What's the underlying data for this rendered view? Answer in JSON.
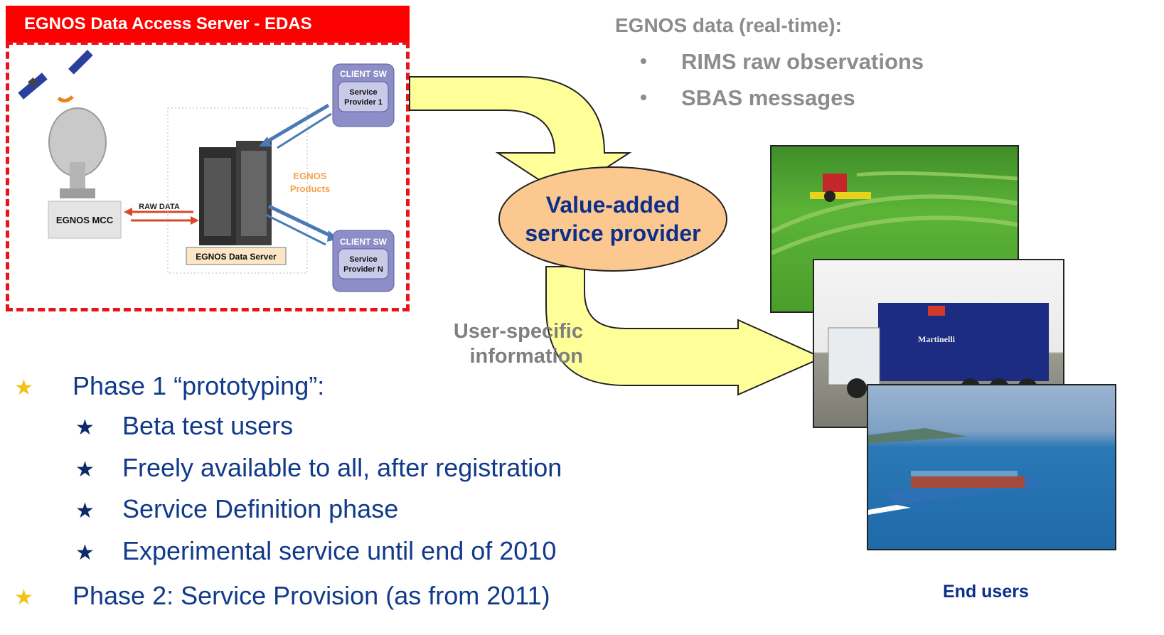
{
  "edas": {
    "title": "EGNOS Data Access Server - EDAS",
    "diagram": {
      "client_sw_label": "CLIENT SW",
      "service_provider_1": [
        "Service",
        "Provider 1"
      ],
      "service_provider_n": [
        "Service",
        "Provider N"
      ],
      "egnos_products": [
        "EGNOS",
        "Products"
      ],
      "egnos_mcc": "EGNOS MCC",
      "raw_data": "RAW DATA",
      "egnos_data_server": "EGNOS Data Server"
    }
  },
  "egnos_data": {
    "heading": "EGNOS data (real-time):",
    "items": [
      "RIMS raw observations",
      "SBAS messages"
    ]
  },
  "value_added": {
    "line1": "Value-added",
    "line2": "service provider"
  },
  "user_specific": {
    "line1": "User-specific",
    "line2": "information"
  },
  "phases": {
    "phase1": "Phase 1 “prototyping”:",
    "phase1_items": [
      "Beta test users",
      "Freely available to all, after registration",
      "Service Definition phase",
      "Experimental service until end of 2010"
    ],
    "phase2": "Phase 2: Service Provision (as from 2011)"
  },
  "photos": {
    "truck_text": "Martinelli"
  },
  "end_users": "End users",
  "colors": {
    "edas_red": "#ff0000",
    "arrow_fill": "#ffff99",
    "ellipse_fill": "#fbc990",
    "text_blue": "#113a8a",
    "bullet_gold": "#f2c21a"
  }
}
